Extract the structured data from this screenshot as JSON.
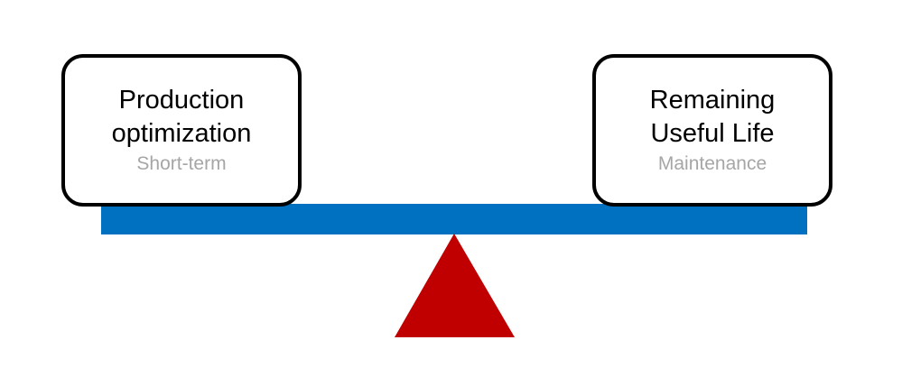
{
  "diagram": {
    "type": "seesaw-balance",
    "left_box": {
      "title_lines": [
        "Production",
        "optimization"
      ],
      "subtitle": "Short-term"
    },
    "right_box": {
      "title_lines": [
        "Remaining",
        "Useful Life"
      ],
      "subtitle": "Maintenance"
    },
    "colors": {
      "beam": "#0070C0",
      "fulcrum": "#C00000",
      "box_border": "#000000",
      "title_text": "#000000",
      "subtitle_text": "#A6A6A6"
    }
  }
}
